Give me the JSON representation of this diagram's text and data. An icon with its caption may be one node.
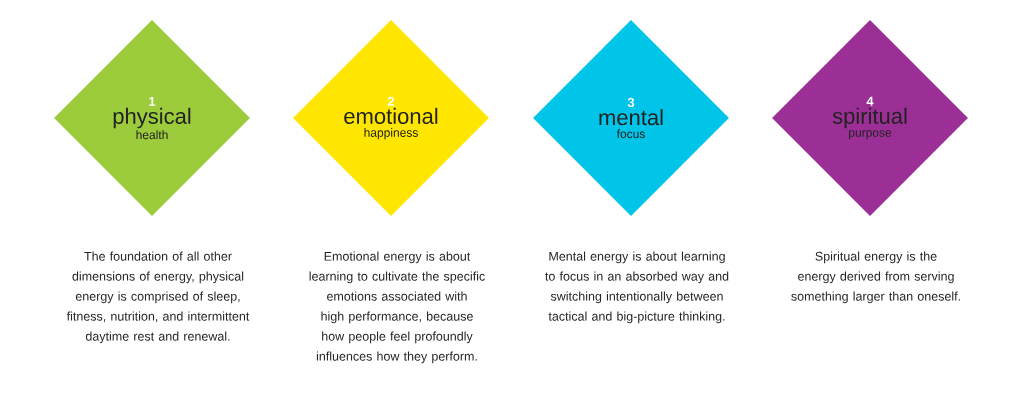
{
  "diagram": {
    "nodes": [
      {
        "text": [
          "1",
          "physical",
          "health"
        ],
        "beside": [
          "The foundation of all other dimensions of energy, physical energy is comprised of sleep, fitness, nutrition, and intermittent daytime rest and renewal."
        ]
      },
      {
        "text": [
          "2",
          "emotional",
          "happiness"
        ],
        "beside": [
          "Emotional energy is about learning to cultivate the specific emotions associated with high performance, because how people feel profoundly influences how they perform."
        ]
      },
      {
        "text": [
          "3",
          "mental",
          "focus"
        ],
        "beside": [
          "Mental energy is about learning to focus in an absorbed way and switching intentionally between tactical and big-picture thinking."
        ]
      },
      {
        "text": [
          "4",
          "spiritual",
          "purpose"
        ],
        "beside": [
          "Spiritual energy is the energy derived from serving something larger than oneself."
        ]
      }
    ]
  }
}
